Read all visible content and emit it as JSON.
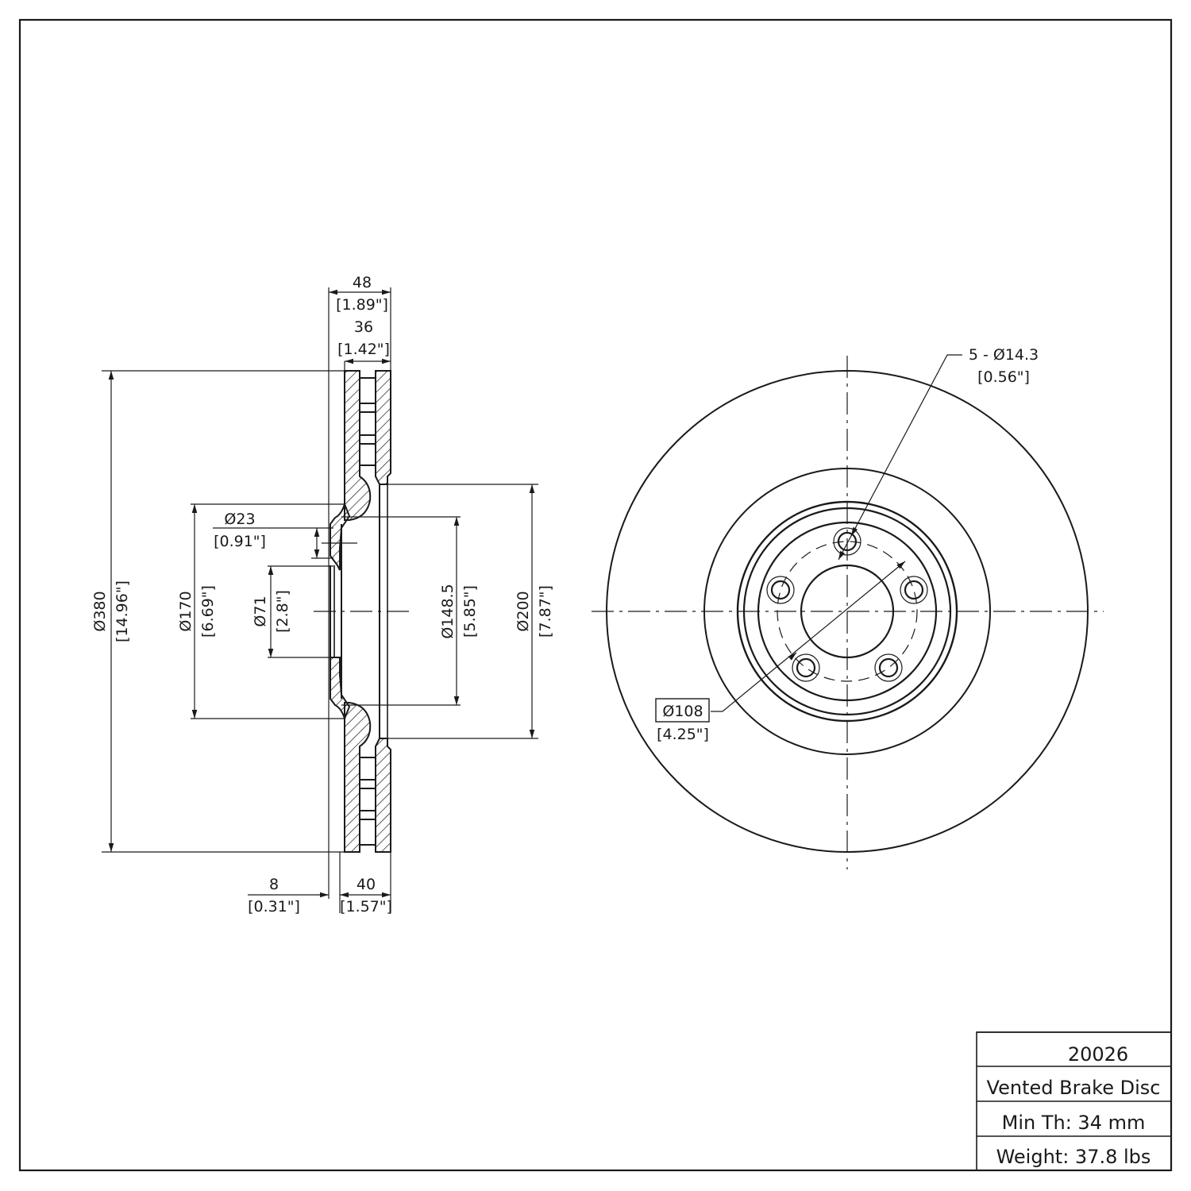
{
  "title_block": {
    "part_number": "20026",
    "description": "Vented Brake Disc",
    "min_thickness": "Min Th: 34 mm",
    "weight": "Weight: 37.8 lbs"
  },
  "side_view": {
    "overall_width": {
      "mm": "48",
      "in": "[1.89\"]"
    },
    "friction_width": {
      "mm": "36",
      "in": "[1.42\"]"
    },
    "outer_diameter": {
      "mm": "Ø380",
      "in": "[14.96\"]"
    },
    "hat_diameter": {
      "mm": "Ø170",
      "in": "[6.69\"]"
    },
    "pilot_bore": {
      "mm": "Ø23",
      "in": "[0.91\"]"
    },
    "center_bore": {
      "mm": "Ø71",
      "in": "[2.8\"]"
    },
    "inner_diameter": {
      "mm": "Ø148.5",
      "in": "[5.85\"]"
    },
    "hat_outer_diameter": {
      "mm": "Ø200",
      "in": "[7.87\"]"
    },
    "hat_offset": {
      "mm": "8",
      "in": "[0.31\"]"
    },
    "hat_height": {
      "mm": "40",
      "in": "[1.57\"]"
    }
  },
  "front_view": {
    "bolt_holes": {
      "label": "5 - Ø14.3",
      "in": "[0.56\"]"
    },
    "bolt_circle": {
      "label": "Ø108",
      "in": "[4.25\"]"
    },
    "bolt_count": 5
  }
}
